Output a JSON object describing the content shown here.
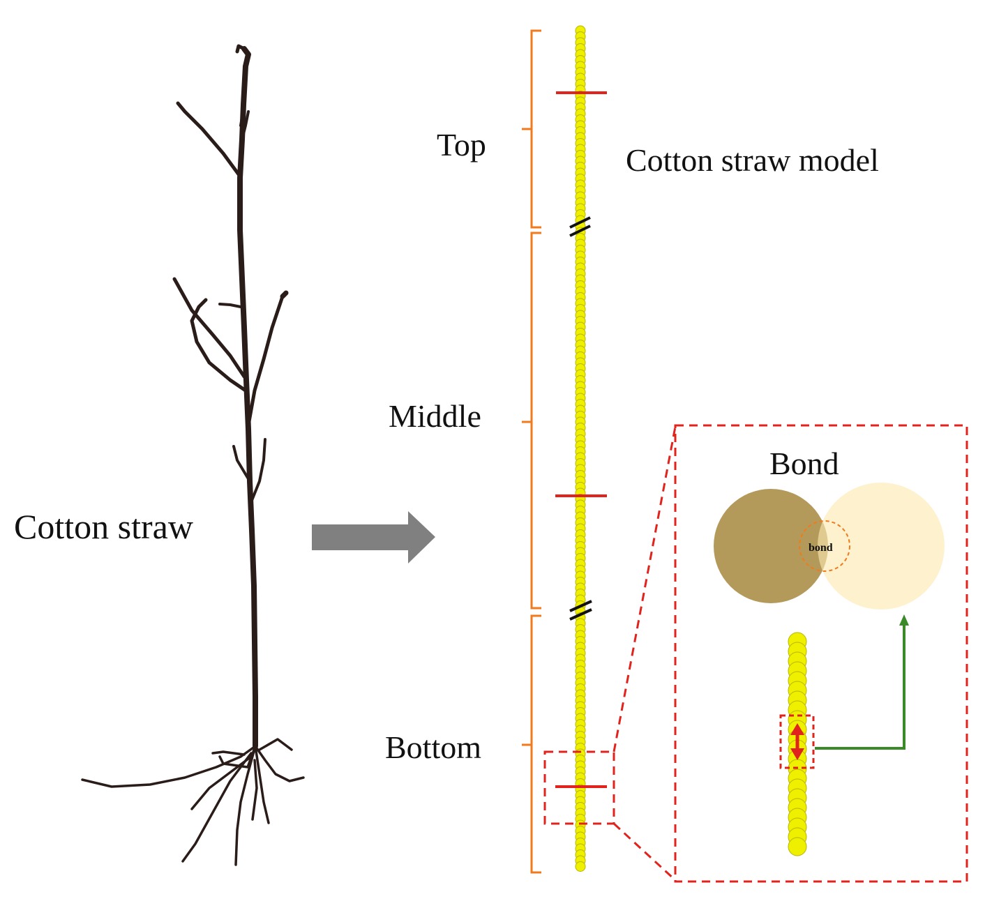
{
  "labels": {
    "cotton_straw": "Cotton straw",
    "model_title": "Cotton straw model",
    "top": "Top",
    "middle": "Middle",
    "bottom": "Bottom",
    "bond_title": "Bond",
    "bond_small": "bond"
  },
  "colors": {
    "particle": "#eef000",
    "particle_edge": "#b9b400",
    "bracket": "#f07a1c",
    "dash_red": "#e0231c",
    "arrow_gray": "#808080",
    "leader_green": "#3a8a2a",
    "bond_dark": "#b49a5a",
    "bond_light": "#fde9b0",
    "stem": "#2a1c18"
  },
  "icons": {
    "process_arrow": "right-arrow-icon",
    "break_mark": "double-slash-icon",
    "bond_indicator": "double-headed-arrow-icon"
  }
}
